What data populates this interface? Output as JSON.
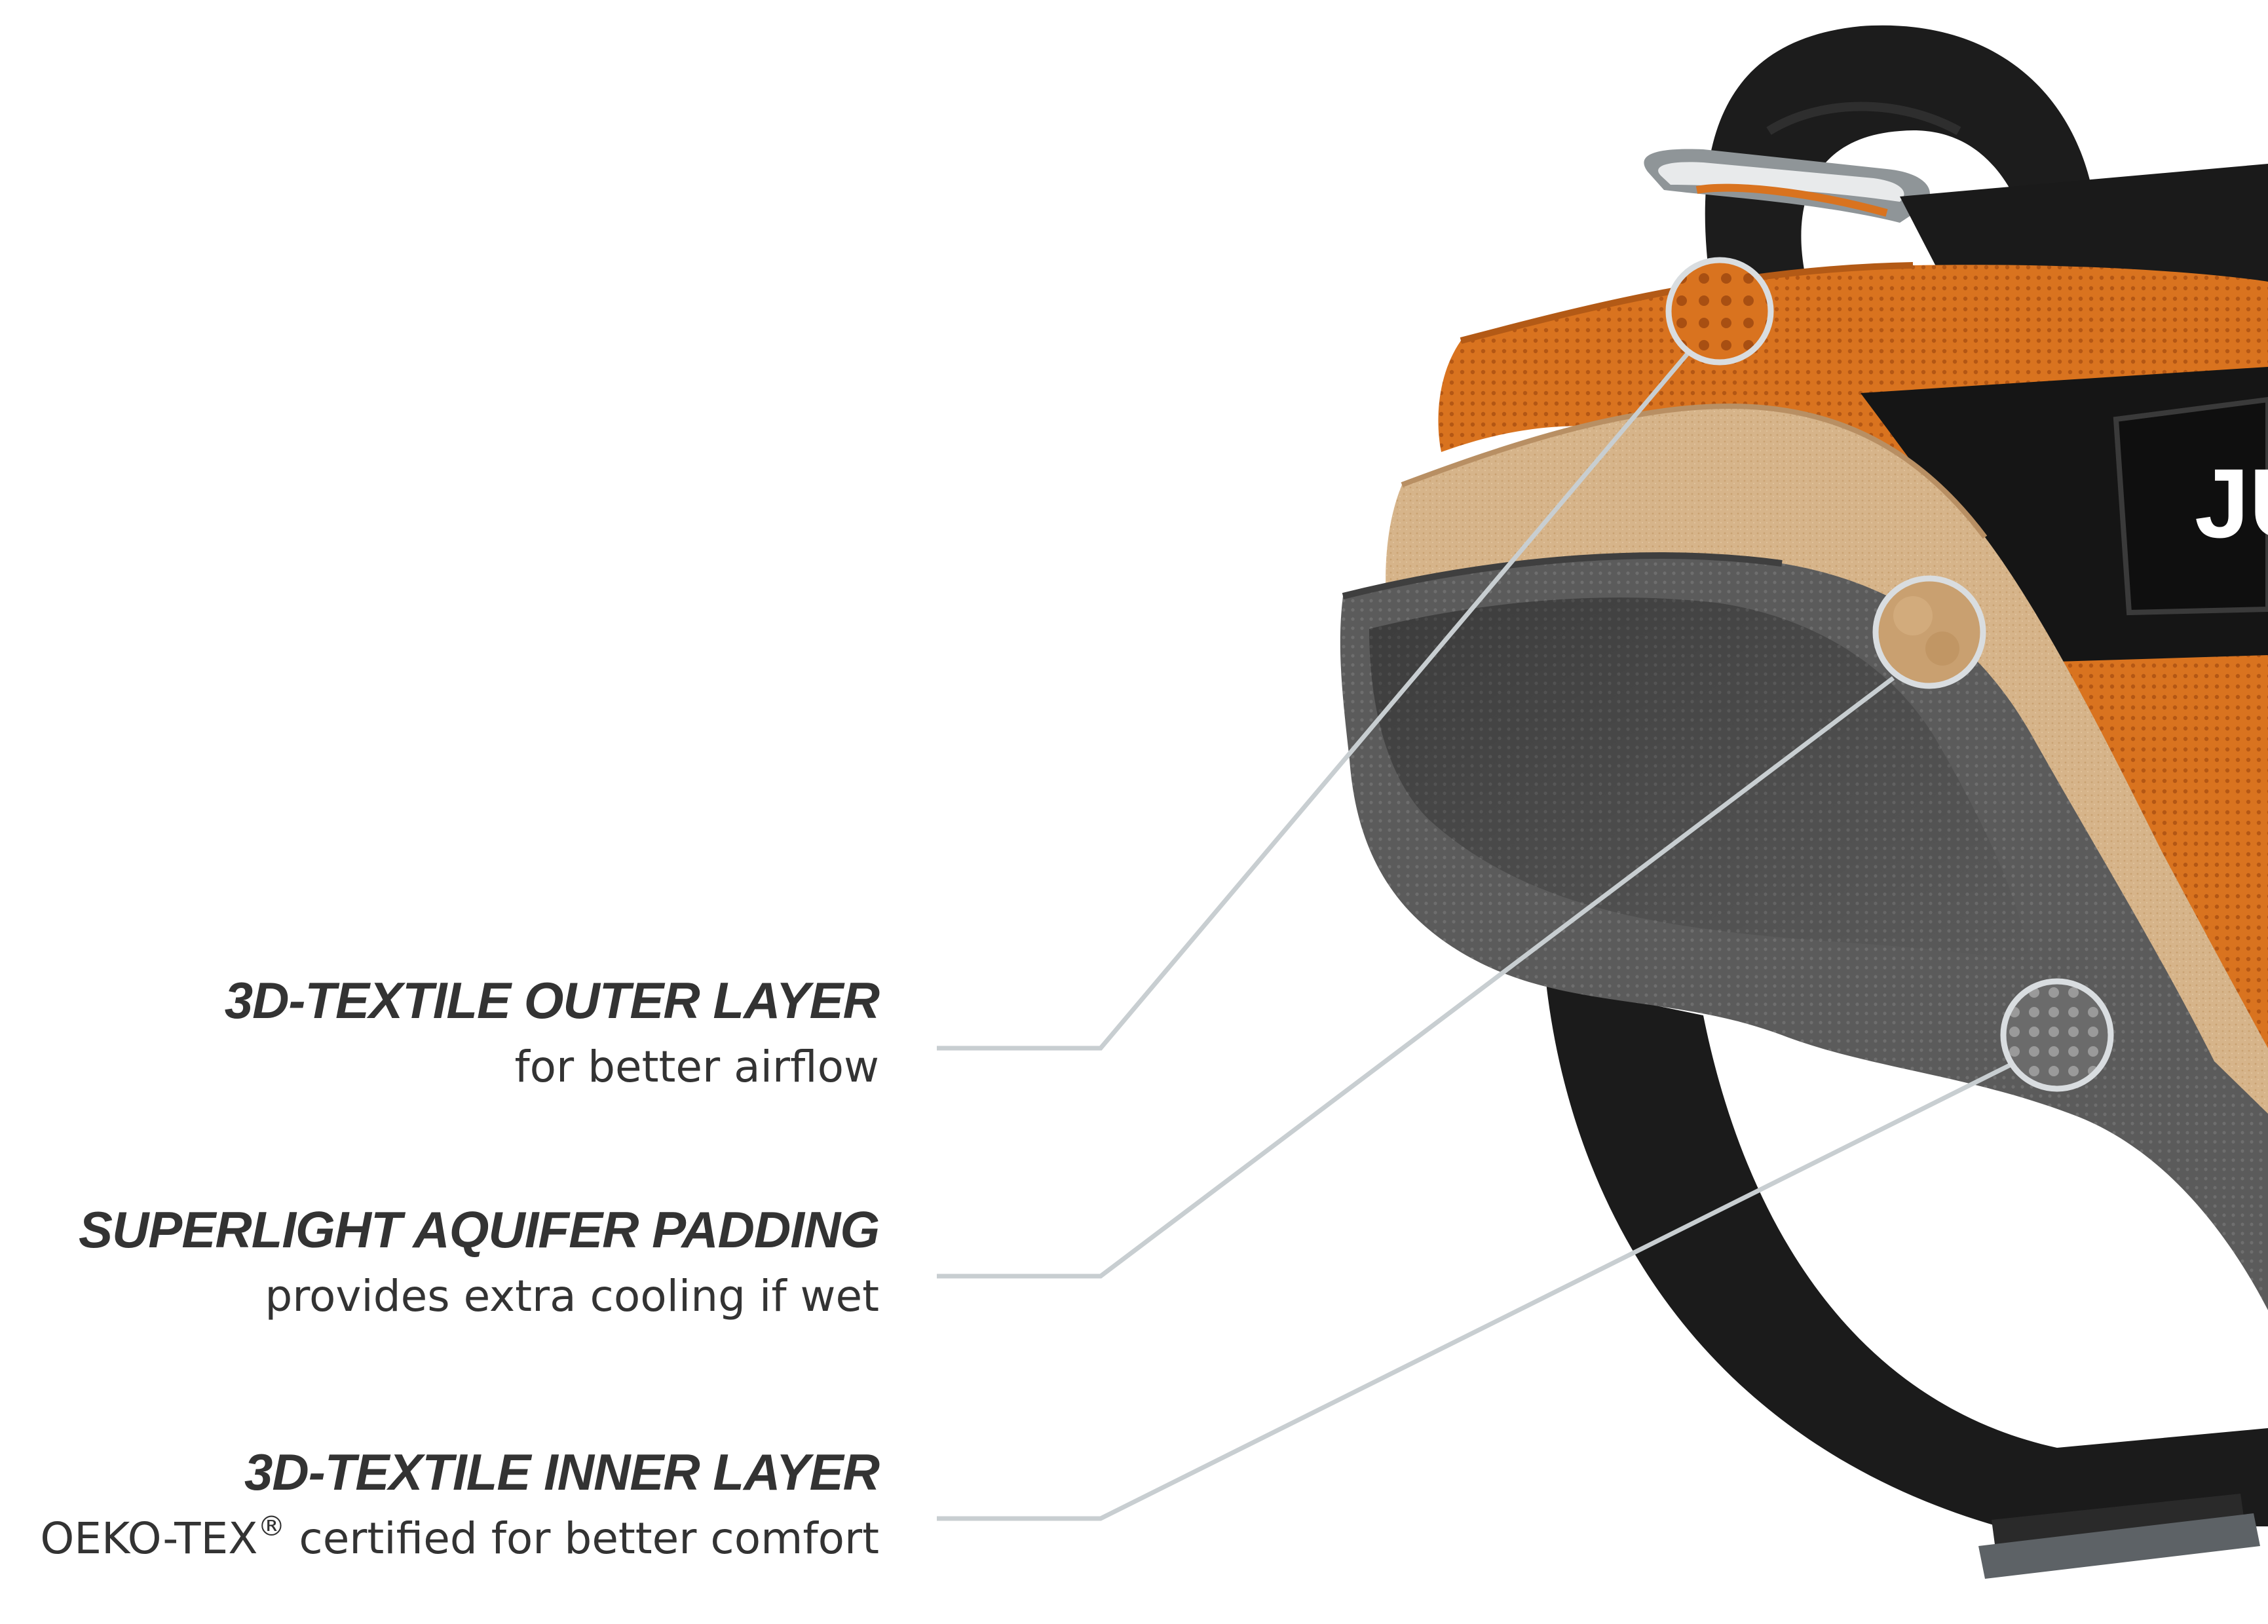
{
  "layers": [
    {
      "title": "3D-TEXTILE OUTER LAYER",
      "subtitle": "for better airflow"
    },
    {
      "title": "SUPERLIGHT AQUIFER PADDING",
      "subtitle": "provides extra cooling if wet"
    },
    {
      "title": "3D-TEXTILE INNER LAYER",
      "subtitle_prefix": "OEKO-TEX",
      "subtitle_mark": "®",
      "subtitle_suffix": " certified for better comfort"
    }
  ],
  "logo_text": "JU",
  "colors": {
    "outer_layer": "#d9731f",
    "padding_layer": "#e3b888",
    "inner_layer": "#555555",
    "strap": "#1a1a1a",
    "leader_line": "#c8ced1",
    "text": "#333333"
  },
  "icons": [
    "harness-product-image",
    "mesh-detail-circle",
    "foam-detail-circle",
    "inner-mesh-detail-circle"
  ]
}
